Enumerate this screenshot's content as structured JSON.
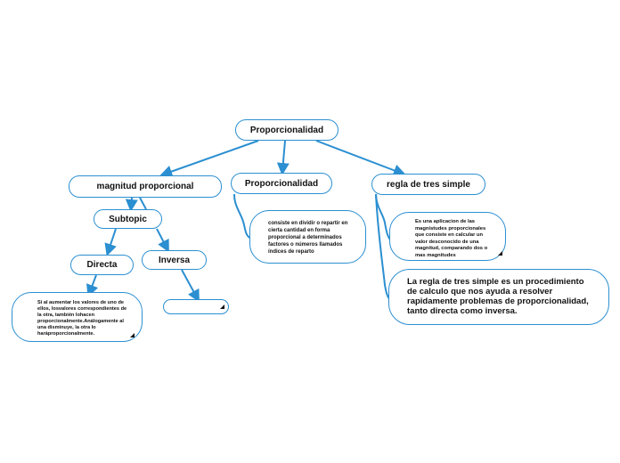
{
  "nodes": {
    "root": "Proporcionalidad",
    "magnitud": "magnitud proporcional",
    "proporcionalidad": "Proporcionalidad",
    "regla": "regla de tres simple",
    "subtopic": "Subtopic",
    "directa": "Directa",
    "inversa": "Inversa",
    "inversa_child": ""
  },
  "notes": {
    "directa_note": "Si al aumentar los valores de uno de ellos, losvalores correspondientes de la otra, también lohacen proporcionalmente.Análogamente al una disminuye, la otra lo haráproporcionalmente.",
    "proporcionalidad_note": "consiste en dividir o repartir en cierta cantidad en forma proporcional a determinados factores o números llamados índices de reparto",
    "regla_note": "Es una aplicacion de las magnistudes proporcionales que consiste en calcular un valor desconocido de una magnitud, comparando dos o mas magnitudes",
    "regla_big_note": "La regla de tres simple es un procedimiento de calculo  que nos ayuda a resolver rapidamente problemas de proporcionalidad, tanto directa como inversa."
  },
  "colors": {
    "line": "#2b8fd1",
    "border": "#2b8fd1",
    "text": "#111111"
  }
}
